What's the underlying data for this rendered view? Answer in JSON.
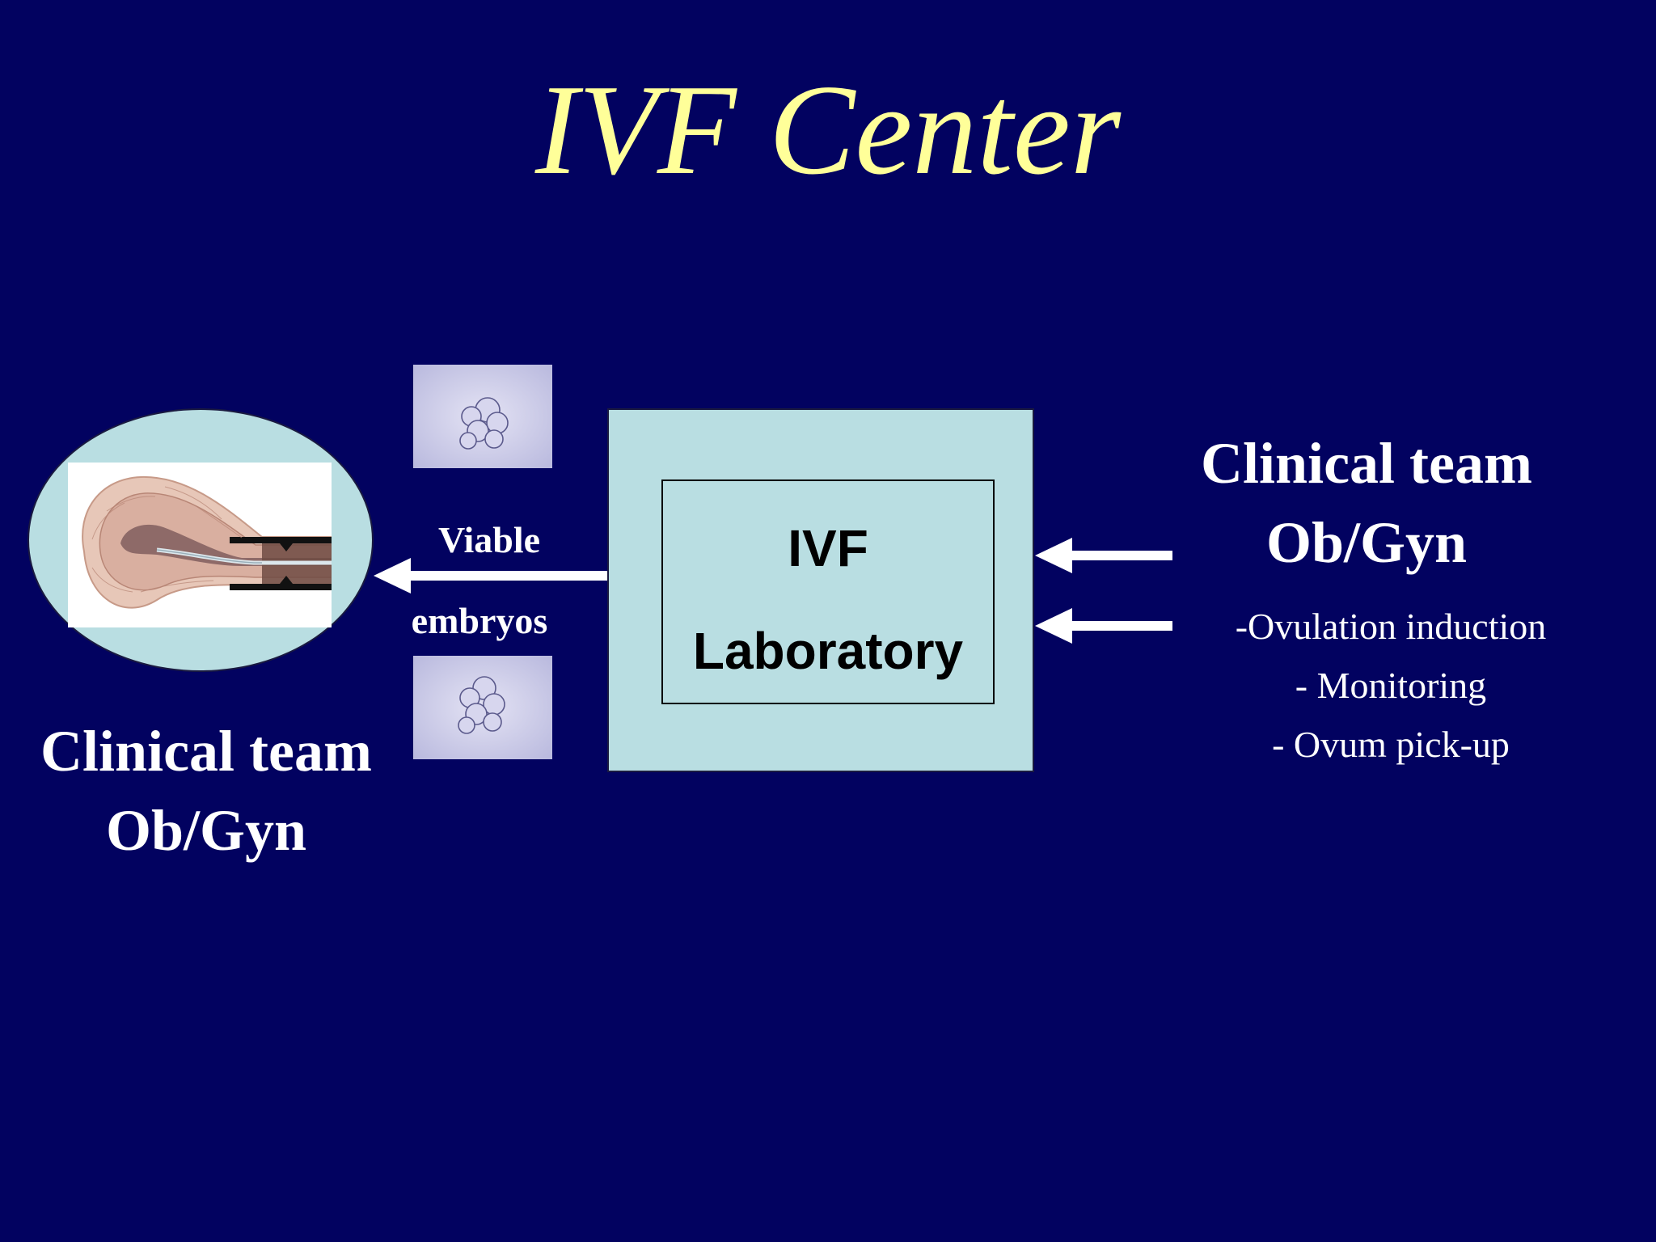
{
  "slide": {
    "title": "IVF Center",
    "background_color": "#020260",
    "title_color": "#FFFF99",
    "box_color": "#B9DEE2"
  },
  "lab": {
    "line1": "IVF",
    "line2": "Laboratory"
  },
  "transfer": {
    "label_top": "Viable",
    "label_bottom": "embryos"
  },
  "left_team": {
    "line1": "Clinical team",
    "line2": "Ob/Gyn"
  },
  "right_team": {
    "line1": "Clinical team",
    "line2": "Ob/Gyn",
    "tasks": [
      "-Ovulation induction",
      "- Monitoring",
      "- Ovum pick-up"
    ]
  },
  "icons": {
    "uterus": "uterus-illustration",
    "embryo": "embryo-micrograph",
    "arrow": "white-arrow-left"
  }
}
